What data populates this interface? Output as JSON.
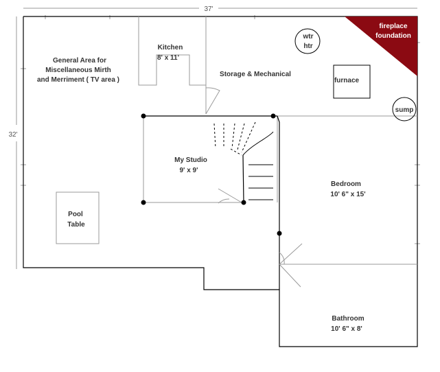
{
  "dimensions": {
    "width_label": "37'",
    "height_label": "32'"
  },
  "rooms": {
    "general": {
      "line1": "General Area for",
      "line2": "Miscellaneous Mirth",
      "line3": "and Merriment  ( TV area )"
    },
    "kitchen": {
      "name": "Kitchen",
      "size": "8' x 11'"
    },
    "storage": {
      "name": "Storage & Mechanical"
    },
    "studio": {
      "name": "My Studio",
      "size": "9' x 9'"
    },
    "bedroom": {
      "name": "Bedroom",
      "size": "10' 6\" x 15'"
    },
    "bathroom": {
      "name": "Bathroom",
      "size": "10' 6\" x 8'"
    }
  },
  "fixtures": {
    "water_heater": {
      "line1": "wtr",
      "line2": "htr"
    },
    "furnace": "furnace",
    "sump": "sump",
    "pool_table": {
      "line1": "Pool",
      "line2": "Table"
    },
    "fireplace": {
      "line1": "fireplace",
      "line2": "foundation"
    }
  },
  "colors": {
    "walls": "#000000",
    "thin_lines": "#9a9a9a",
    "fireplace_fill": "#8b0a12",
    "fireplace_text": "#ffffff"
  }
}
